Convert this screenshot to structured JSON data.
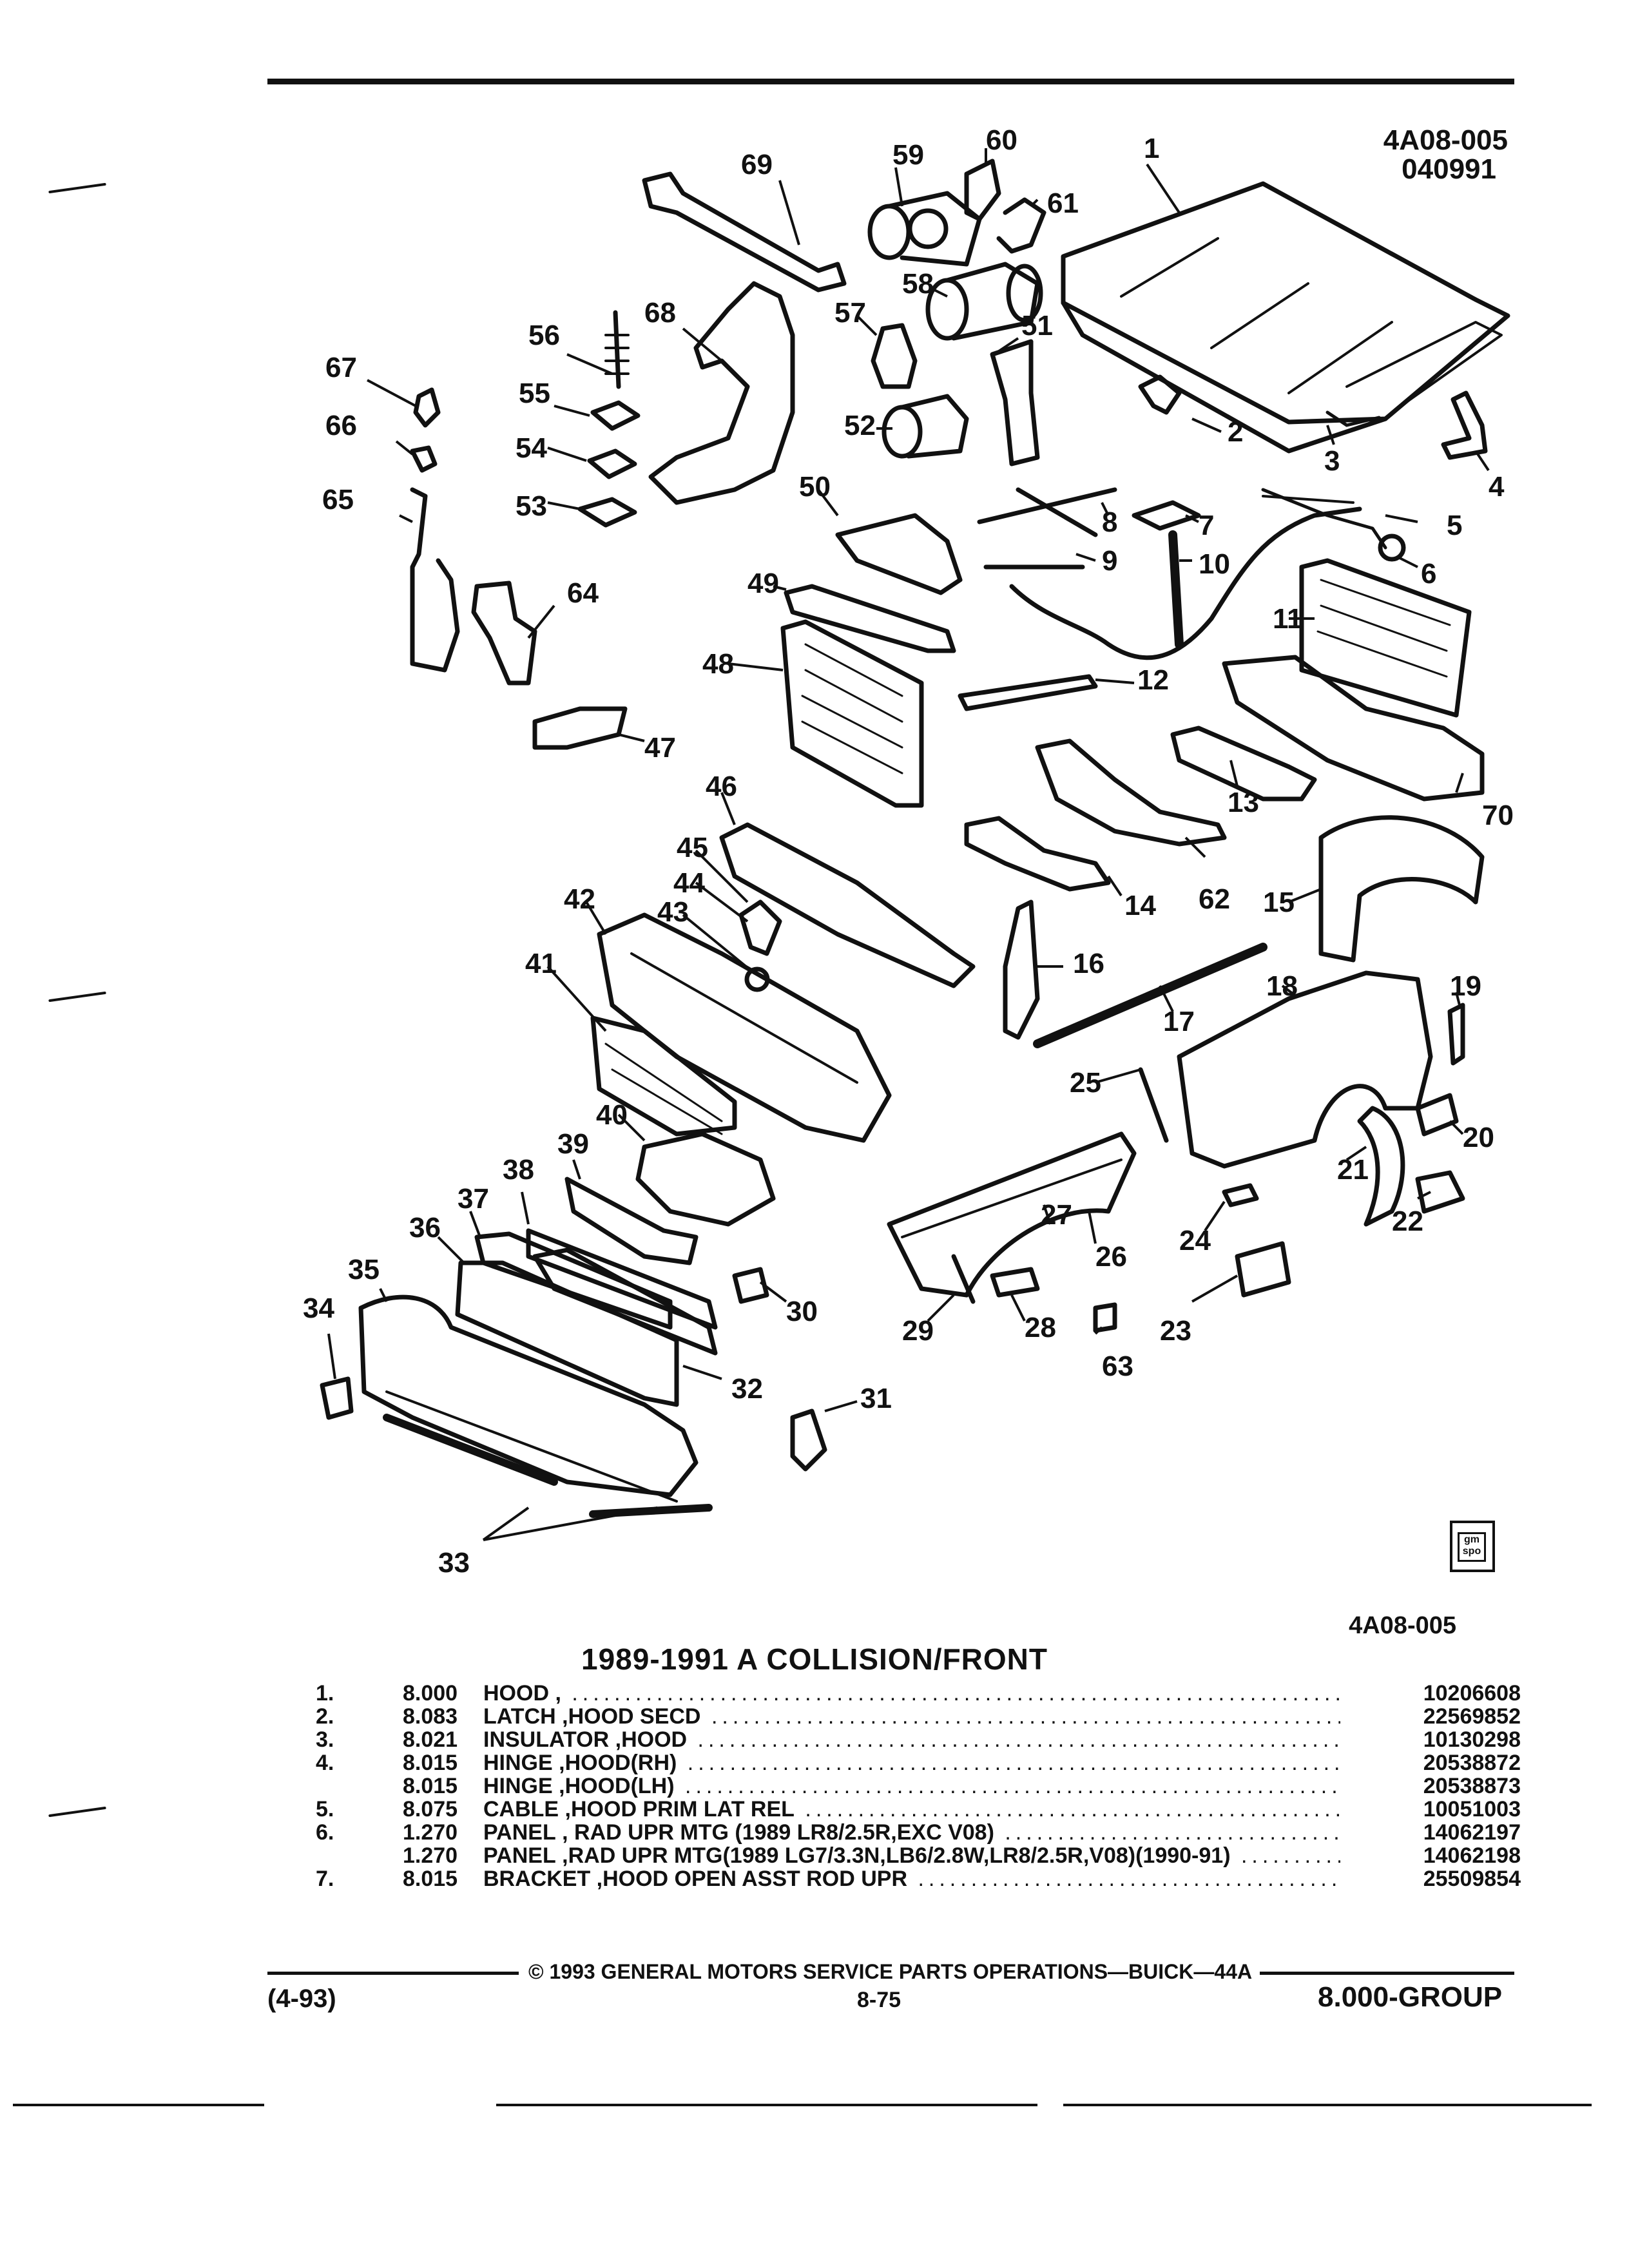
{
  "header": {
    "figure_code": "4A08-005",
    "figure_date": "040991"
  },
  "diagram": {
    "callouts": [
      "1",
      "2",
      "3",
      "4",
      "5",
      "6",
      "7",
      "8",
      "9",
      "10",
      "11",
      "12",
      "13",
      "14",
      "15",
      "16",
      "17",
      "18",
      "19",
      "20",
      "21",
      "22",
      "23",
      "24",
      "25",
      "26",
      "27",
      "28",
      "29",
      "30",
      "31",
      "32",
      "33",
      "34",
      "35",
      "36",
      "37",
      "38",
      "39",
      "40",
      "41",
      "42",
      "43",
      "44",
      "45",
      "46",
      "47",
      "48",
      "49",
      "50",
      "51",
      "52",
      "53",
      "54",
      "55",
      "56",
      "57",
      "58",
      "59",
      "60",
      "61",
      "62",
      "63",
      "64",
      "65",
      "66",
      "67",
      "68",
      "69",
      "70"
    ],
    "logo_text": "gm spo",
    "figure_code_bottom": "4A08-005"
  },
  "title": "1989-1991 A COLLISION/FRONT",
  "parts": [
    {
      "ref": "1.",
      "group": "8.000",
      "name": "HOOD",
      "desc": " ,",
      "part_no": "10206608"
    },
    {
      "ref": "2.",
      "group": "8.083",
      "name": "LATCH",
      "desc": " ,HOOD SECD",
      "part_no": "22569852"
    },
    {
      "ref": "3.",
      "group": "8.021",
      "name": "INSULATOR",
      "desc": " ,HOOD",
      "part_no": "10130298"
    },
    {
      "ref": "4.",
      "group": "8.015",
      "name": "HINGE",
      "desc": " ,HOOD(RH)",
      "part_no": "20538872"
    },
    {
      "ref": "",
      "group": "8.015",
      "name": "HINGE",
      "desc": " ,HOOD(LH)",
      "part_no": "20538873"
    },
    {
      "ref": "5.",
      "group": "8.075",
      "name": "CABLE",
      "desc": " ,HOOD PRIM LAT REL",
      "part_no": "10051003"
    },
    {
      "ref": "6.",
      "group": "1.270",
      "name": "PANEL",
      "desc": " , RAD UPR MTG (1989 LR8/2.5R,EXC V08)",
      "part_no": "14062197"
    },
    {
      "ref": "",
      "group": "1.270",
      "name": "PANEL",
      "desc": " ,RAD UPR MTG(1989 LG7/3.3N,LB6/2.8W,LR8/2.5R,V08)(1990-91)",
      "part_no": "14062198"
    },
    {
      "ref": "7.",
      "group": "8.015",
      "name": "BRACKET",
      "desc": " ,HOOD OPEN ASST ROD UPR",
      "part_no": "25509854"
    }
  ],
  "footer": {
    "copyright": "© 1993 GENERAL MOTORS SERVICE PARTS OPERATIONS—BUICK—44A",
    "date_code": "(4-93)",
    "page": "8-75",
    "group": "8.000-GROUP"
  }
}
